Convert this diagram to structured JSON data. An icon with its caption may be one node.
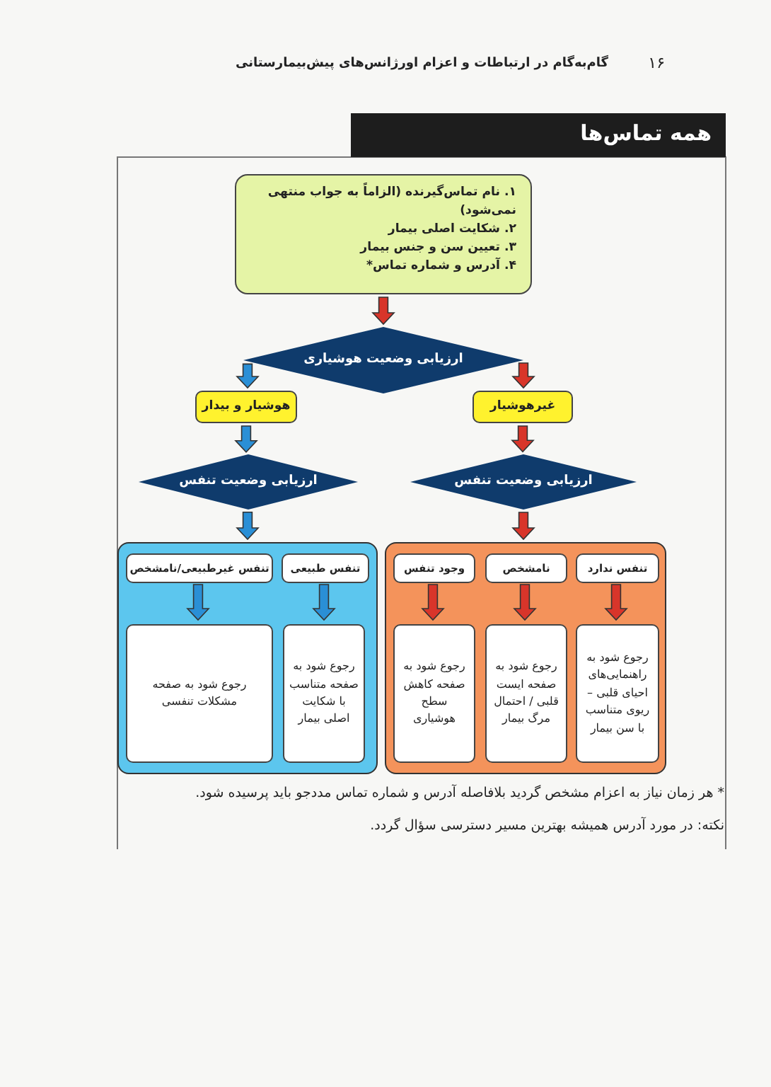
{
  "diagram": {
    "title": "همه تماس‌ها",
    "nodes": [
      {
        "text": [
          "۱. نام تماس‌گیرنده (الزاماً به جواب منتهی نمی‌شود)",
          "۲. شکایت اصلی بیمار",
          "۳. تعیین سن و جنس بیمار",
          "۴. آدرس و شماره تماس*"
        ]
      },
      {
        "text": [
          "ارزیابی وضعیت هوشیاری"
        ]
      },
      {
        "text": [
          "هوشیار و بیدار"
        ]
      },
      {
        "text": [
          "غیرهوشیار"
        ]
      },
      {
        "text": [
          "ارزیابی وضعیت تنفس"
        ]
      },
      {
        "text": [
          "ارزیابی وضعیت تنفس"
        ]
      },
      {
        "text": [],
        "shape": "box"
      },
      {
        "text": [
          "تنفس غیرطبیعی/نامشخص"
        ],
        "in": 6
      },
      {
        "text": [
          "تنفس طبیعی"
        ],
        "in": 6
      },
      {
        "text": [
          "رجوع شود به صفحه مشکلات تنفسی"
        ],
        "in": 6
      },
      {
        "text": [
          "رجوع شود به صفحه متناسب با شکایت اصلی بیمار"
        ],
        "in": 6
      },
      {
        "text": [],
        "shape": "box"
      },
      {
        "text": [
          "وجود تنفس"
        ],
        "in": 11
      },
      {
        "text": [
          "نامشخص"
        ],
        "in": 11
      },
      {
        "text": [
          "تنفس ندارد"
        ],
        "in": 11
      },
      {
        "text": [
          "رجوع شود به صفحه کاهش سطح هوشیاری"
        ],
        "in": 11
      },
      {
        "text": [
          "رجوع شود به صفحه ایست قلبی / احتمال مرگ بیمار"
        ],
        "in": 11
      },
      {
        "text": [
          "رجوع شود به راهنمایی‌های احیای قلبی – ریوی متناسب با سن بیمار"
        ],
        "in": 11
      }
    ],
    "edges": [
      {
        "from": 0,
        "to": 1,
        "arrow": "to"
      },
      {
        "from": 1,
        "to": 2,
        "arrow": "to",
        "color": "#2a8fd6"
      },
      {
        "from": 1,
        "to": 3,
        "arrow": "to"
      },
      {
        "from": 2,
        "to": 4,
        "arrow": "to",
        "color": "#2a8fd6"
      },
      {
        "from": 3,
        "to": 5,
        "arrow": "to"
      },
      {
        "from": 4,
        "to": 6,
        "arrow": "to",
        "color": "#2a8fd6"
      },
      {
        "from": 5,
        "to": 11,
        "arrow": "to"
      },
      {
        "from": 7,
        "to": 9,
        "arrow": "to",
        "color": "#2a8fd6"
      },
      {
        "from": 8,
        "to": 10,
        "arrow": "to",
        "color": "#2a8fd6"
      },
      {
        "from": 12,
        "to": 15,
        "arrow": "to"
      },
      {
        "from": 13,
        "to": 16,
        "arrow": "to"
      },
      {
        "from": 14,
        "to": 17,
        "arrow": "to"
      }
    ],
    "labels": [
      "۱۶",
      "گام‌به‌گام در ارتباطات و اعزام اورژانس‌های پیش‌بیمارستانی",
      "* هر زمان نیاز به اعزام مشخص گردید بلافاصله آدرس و شماره تماس مددجو باید پرسیده شود.",
      "نکته: در مورد آدرس همیشه بهترین مسیر دسترسی سؤال گردد."
    ]
  }
}
